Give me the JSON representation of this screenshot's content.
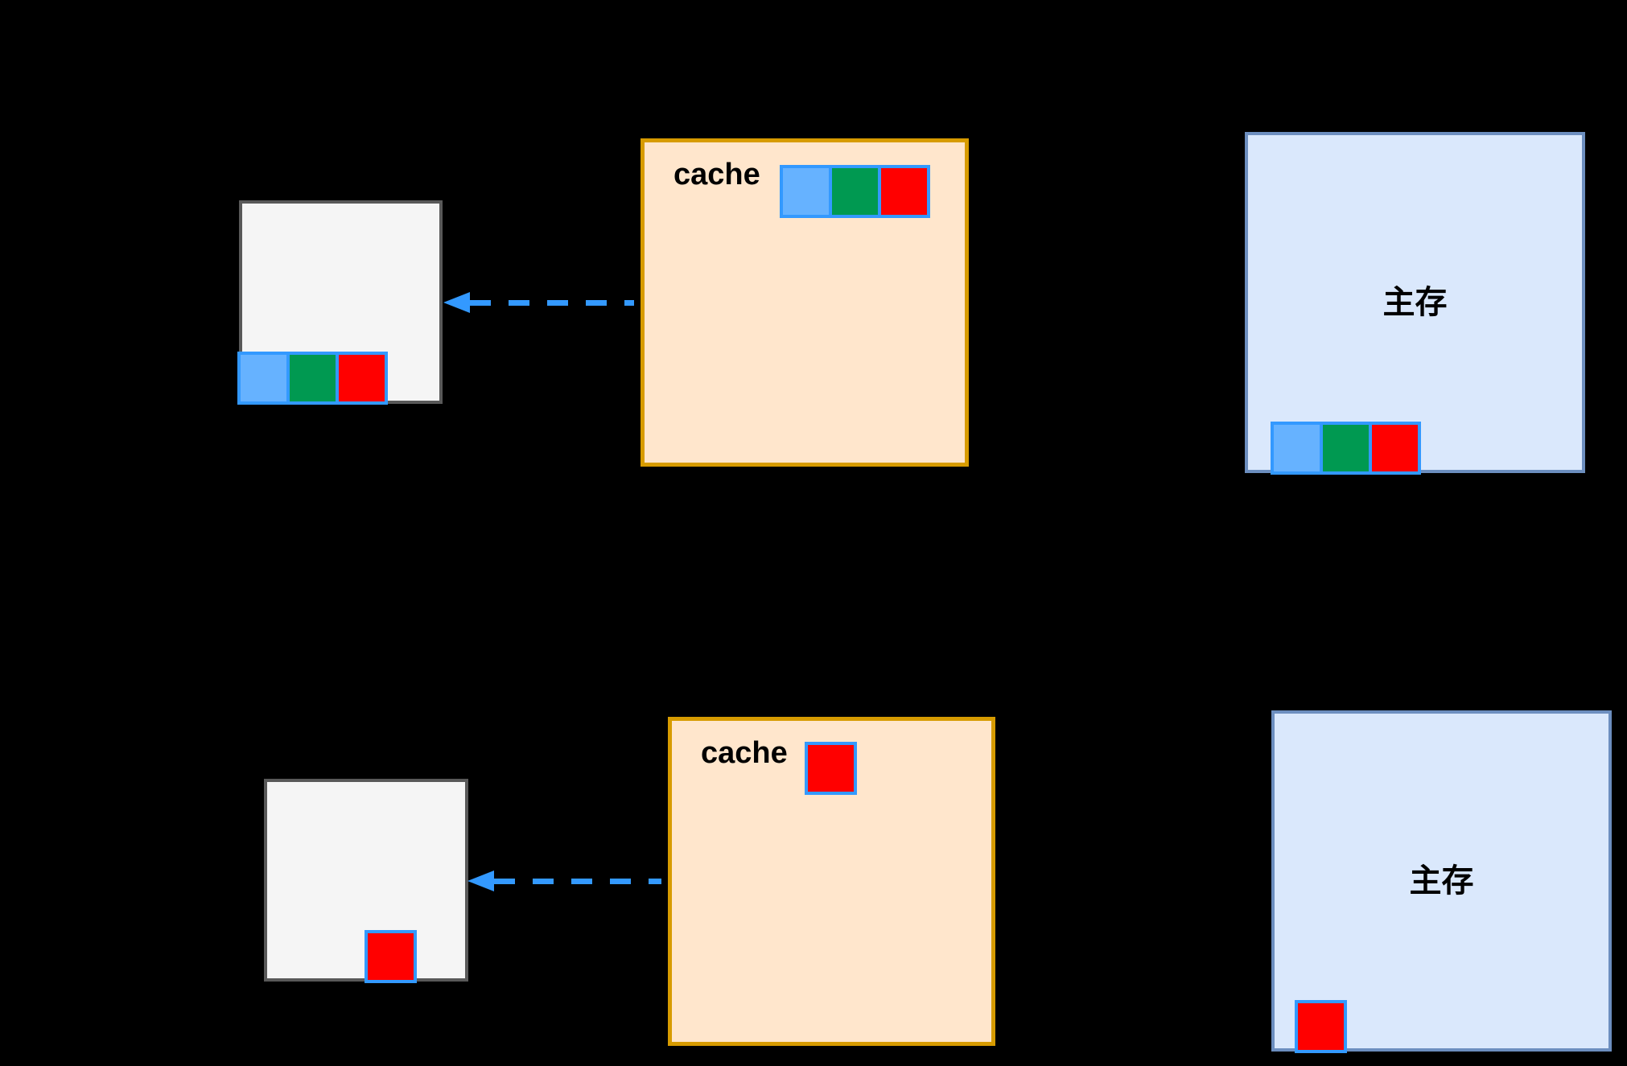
{
  "palette": {
    "background": "#000000",
    "cpu_box_fill": "#F5F5F5",
    "cpu_box_border": "#595959",
    "cache_fill": "#FFE6CC",
    "cache_border": "#D79B00",
    "memory_fill": "#DAE8FC",
    "memory_border": "#6C8EBF",
    "block_blue": "#66B2FF",
    "block_green": "#009951",
    "block_red": "#FF0000",
    "block_border": "#3399FF",
    "arrow_color": "#3399FF"
  },
  "rows": [
    {
      "cpu_box": {
        "blocks": [
          "blue",
          "green",
          "red"
        ]
      },
      "arrow": {
        "style": "dashed",
        "direction": "left",
        "color": "#3399FF"
      },
      "cache": {
        "label": "cache",
        "blocks": [
          "blue",
          "green",
          "red"
        ]
      },
      "memory": {
        "label": "主存",
        "blocks": [
          "blue",
          "green",
          "red"
        ]
      }
    },
    {
      "cpu_box": {
        "blocks": [
          "red"
        ]
      },
      "arrow": {
        "style": "dashed",
        "direction": "left",
        "color": "#3399FF"
      },
      "cache": {
        "label": "cache",
        "blocks": [
          "red"
        ]
      },
      "memory": {
        "label": "主存",
        "blocks": [
          "red"
        ]
      }
    }
  ]
}
